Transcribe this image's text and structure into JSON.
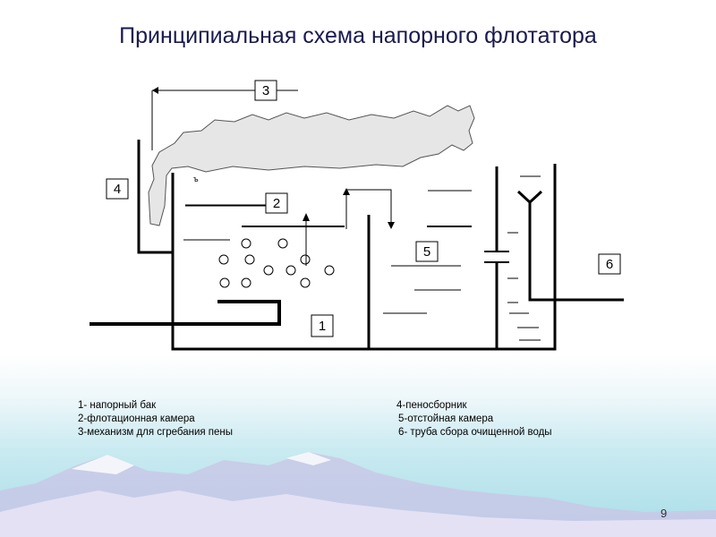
{
  "title": "Принципиальная схема напорного флотатора",
  "diagram": {
    "labels": [
      "1",
      "2",
      "3",
      "4",
      "5",
      "6"
    ],
    "small_mark": "ъ"
  },
  "legend": {
    "left": [
      "1-  напорный бак",
      "2-флотационная камера",
      "3-механизм для сгребания пены"
    ],
    "right": [
      "4-пеносборник",
      "5-отстойная камера",
      "6- труба сбора очищенной воды"
    ]
  },
  "page_number": "9",
  "colors": {
    "title": "#1a1a50",
    "line": "#000000",
    "foam": "#e6e6e6"
  }
}
